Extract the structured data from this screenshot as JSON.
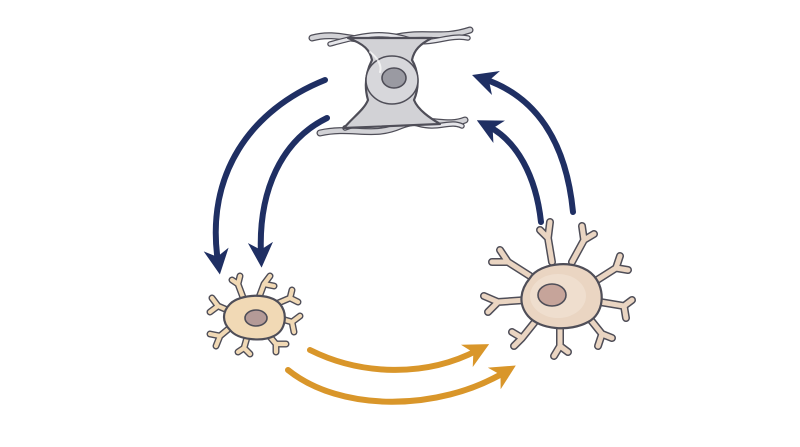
{
  "diagram": {
    "colors": {
      "background": "#ffffff",
      "arrow_navy": "#1f2f63",
      "arrow_gold": "#d9962a",
      "outline": "#4f4e58",
      "gray_cell_fill": "#d2d2d6",
      "gray_cell_light": "#e6e6ea",
      "gray_nucleus": "#9a9aa2",
      "small_cell_fill": "#f1d9b5",
      "small_cell_light": "#f7e7cf",
      "small_nucleus": "#b49a97",
      "large_cell_fill": "#ead5c2",
      "large_cell_light": "#f3e5d8",
      "large_nucleus": "#c6a49a"
    },
    "nodes": [
      {
        "id": "top-cell",
        "icon": "elongated-gray-cell-icon"
      },
      {
        "id": "bottom-left-cell",
        "icon": "small-branched-tan-cell-icon"
      },
      {
        "id": "bottom-right-cell",
        "icon": "large-branched-pink-cell-icon"
      }
    ],
    "edges": [
      {
        "from": "top-cell",
        "to": "bottom-left-cell",
        "color": "navy",
        "count": 2
      },
      {
        "from": "bottom-left-cell",
        "to": "bottom-right-cell",
        "color": "gold",
        "count": 2
      },
      {
        "from": "bottom-right-cell",
        "to": "top-cell",
        "color": "navy",
        "count": 2
      }
    ]
  }
}
